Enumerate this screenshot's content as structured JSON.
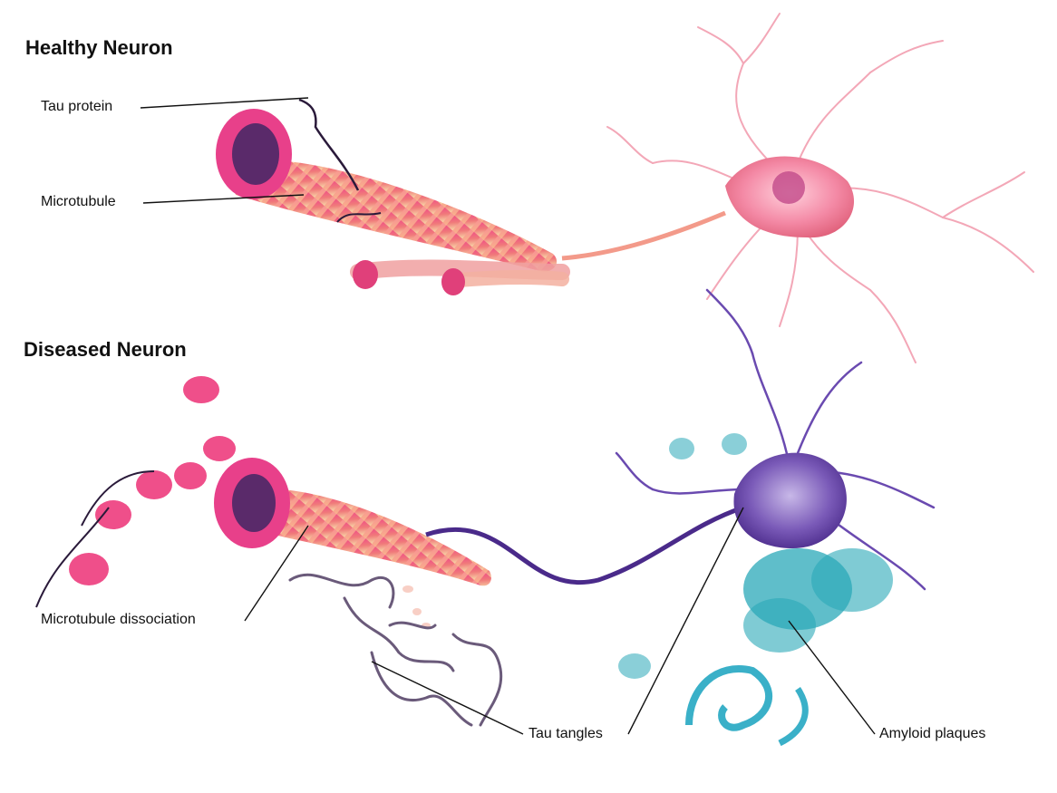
{
  "headings": {
    "healthy": "Healthy Neuron",
    "diseased": "Diseased Neuron"
  },
  "labels": {
    "tau_protein": "Tau protein",
    "microtubule": "Microtubule",
    "microtubule_dissociation": "Microtubule dissociation",
    "tau_tangles": "Tau tangles",
    "amyloid_plaques": "Amyloid plaques"
  },
  "colors": {
    "healthy_neuron": "#f08aa0",
    "healthy_axon": "#f0a070",
    "microtubule": "#e8407a",
    "microtubule_inner": "#5a2a6a",
    "tau": "#2a1a3a",
    "diseased_neuron": "#5a3a9a",
    "amyloid": "#2aa8b8",
    "tangle": "#6a5a7a"
  }
}
